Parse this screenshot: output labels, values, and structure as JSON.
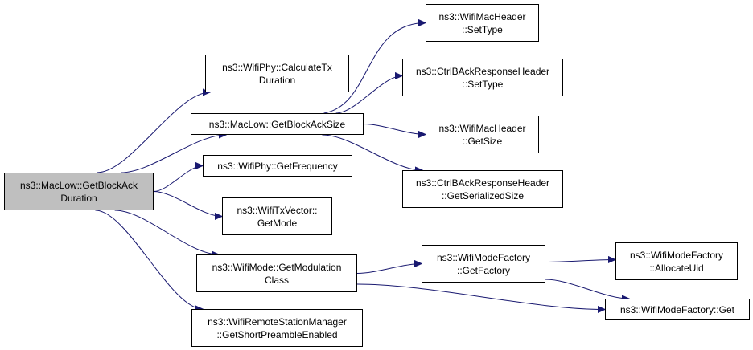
{
  "diagram": {
    "colors": {
      "edge": "#191970",
      "root_fill": "#bfbfbf",
      "node_fill": "#ffffff",
      "border": "#000000"
    },
    "nodes": {
      "root": {
        "lines": [
          "ns3::MacLow::GetBlockAck",
          "Duration"
        ]
      },
      "calc": {
        "lines": [
          "ns3::WifiPhy::CalculateTx",
          "Duration"
        ]
      },
      "blocksize": {
        "lines": [
          "ns3::MacLow::GetBlockAckSize"
        ]
      },
      "freq": {
        "lines": [
          "ns3::WifiPhy::GetFrequency"
        ]
      },
      "txmode": {
        "lines": [
          "ns3::WifiTxVector::",
          "GetMode"
        ]
      },
      "modclass": {
        "lines": [
          "ns3::WifiMode::GetModulation",
          "Class"
        ]
      },
      "shortpre": {
        "lines": [
          "ns3::WifiRemoteStationManager",
          "::GetShortPreambleEnabled"
        ]
      },
      "settype1": {
        "lines": [
          "ns3::WifiMacHeader",
          "::SetType"
        ]
      },
      "settype2": {
        "lines": [
          "ns3::CtrlBAckResponseHeader",
          "::SetType"
        ]
      },
      "getsize": {
        "lines": [
          "ns3::WifiMacHeader",
          "::GetSize"
        ]
      },
      "serial": {
        "lines": [
          "ns3::CtrlBAckResponseHeader",
          "::GetSerializedSize"
        ]
      },
      "getfactory": {
        "lines": [
          "ns3::WifiModeFactory",
          "::GetFactory"
        ]
      },
      "alloc": {
        "lines": [
          "ns3::WifiModeFactory",
          "::AllocateUid"
        ]
      },
      "get": {
        "lines": [
          "ns3::WifiModeFactory::Get"
        ]
      }
    },
    "edges": [
      [
        "root",
        "calc"
      ],
      [
        "root",
        "blocksize"
      ],
      [
        "root",
        "freq"
      ],
      [
        "root",
        "txmode"
      ],
      [
        "root",
        "modclass"
      ],
      [
        "root",
        "shortpre"
      ],
      [
        "blocksize",
        "settype1"
      ],
      [
        "blocksize",
        "settype2"
      ],
      [
        "blocksize",
        "getsize"
      ],
      [
        "blocksize",
        "serial"
      ],
      [
        "modclass",
        "getfactory"
      ],
      [
        "modclass",
        "get"
      ],
      [
        "getfactory",
        "alloc"
      ],
      [
        "getfactory",
        "get"
      ]
    ]
  }
}
